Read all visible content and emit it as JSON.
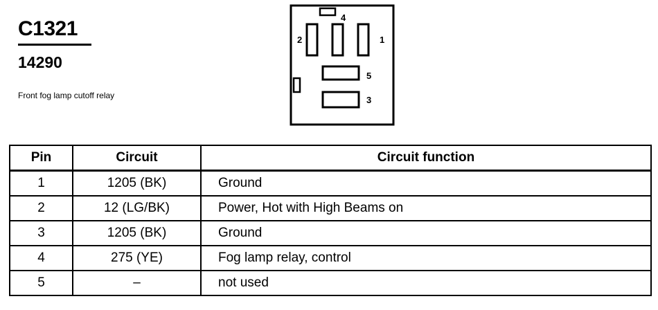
{
  "header": {
    "connector_id": "C1321",
    "part_number": "14290",
    "description": "Front fog lamp cutoff relay"
  },
  "diagram": {
    "pin_labels": {
      "p1": "1",
      "p2": "2",
      "p3": "3",
      "p4": "4",
      "p5": "5"
    }
  },
  "table": {
    "headers": {
      "pin": "Pin",
      "circuit": "Circuit",
      "function": "Circuit function"
    },
    "rows": [
      {
        "pin": "1",
        "circuit": "1205 (BK)",
        "function": "Ground"
      },
      {
        "pin": "2",
        "circuit": "12 (LG/BK)",
        "function": "Power, Hot with High Beams on"
      },
      {
        "pin": "3",
        "circuit": "1205 (BK)",
        "function": "Ground"
      },
      {
        "pin": "4",
        "circuit": "275 (YE)",
        "function": "Fog lamp relay, control"
      },
      {
        "pin": "5",
        "circuit": "–",
        "function": "not used"
      }
    ]
  }
}
